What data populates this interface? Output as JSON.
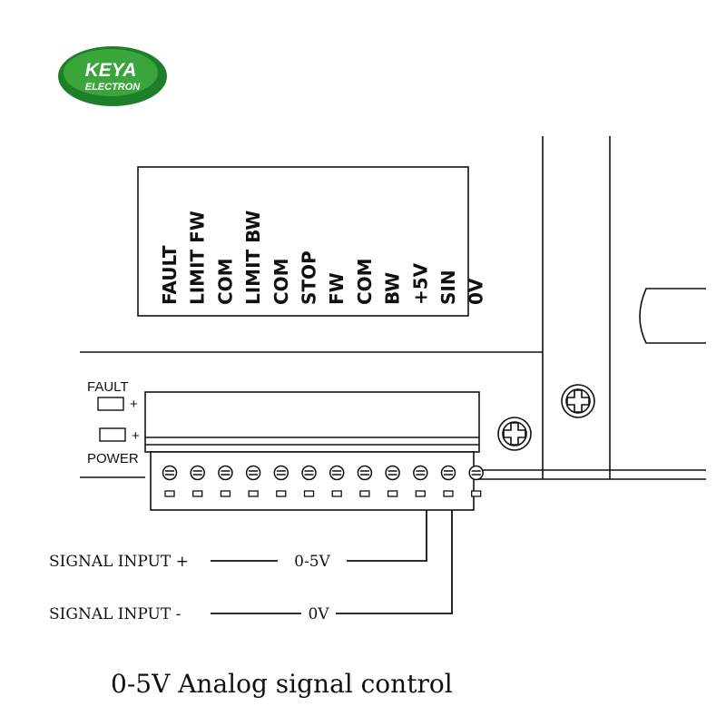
{
  "logo": {
    "line1": "KEYA",
    "line2": "ELECTRON",
    "color_outer": "#1e7f2a",
    "color_inner": "#39a53b"
  },
  "terminal_labels": [
    "FAULT",
    "LIMIT FW",
    "COM",
    "LIMIT BW",
    "COM",
    "STOP",
    "FW",
    "COM",
    "BW",
    "+5V",
    "SIN",
    "0V"
  ],
  "indicators": {
    "fault_label": "FAULT",
    "power_label": "POWER",
    "plus": "+"
  },
  "signals": {
    "input_plus_label": "SIGNAL INPUT +",
    "input_plus_value": "0-5V",
    "input_minus_label": "SIGNAL INPUT -",
    "input_minus_value": "0V"
  },
  "caption": "0-5V Analog signal control"
}
